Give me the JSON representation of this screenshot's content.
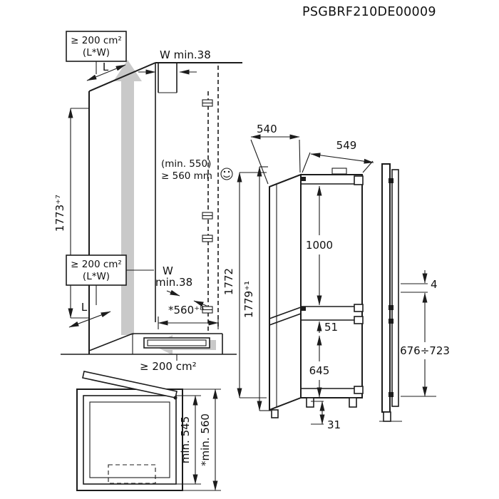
{
  "title": "PSGBRF210DE00009",
  "cabinet": {
    "vent_top_line1": "≥ 200 cm²",
    "vent_top_line2": "(L*W)",
    "vent_mid_line1": "≥ 200 cm²",
    "vent_mid_line2": "(L*W)",
    "vent_bottom": "≥ 200 cm²",
    "len_top": "L",
    "len_mid": "L",
    "wall_top": "W min.38",
    "wall_mid_w": "W",
    "wall_mid_min": "min.38",
    "depth_min": "(min. 550)",
    "depth_rec": "≥ 560 mm",
    "h_niche": "1773⁺⁷",
    "h_inner": "1772",
    "w_inner": "*560⁺⁸"
  },
  "appliance": {
    "width": "540",
    "depth": "549",
    "height": "1779⁺¹",
    "dim_top": "1000",
    "dim_gap": "51",
    "dim_bottom": "645",
    "dim_base": "31"
  },
  "profile": {
    "gap": "4",
    "range": "676÷723"
  },
  "top_view": {
    "d1": "min. 545",
    "d2": "*min. 560"
  }
}
